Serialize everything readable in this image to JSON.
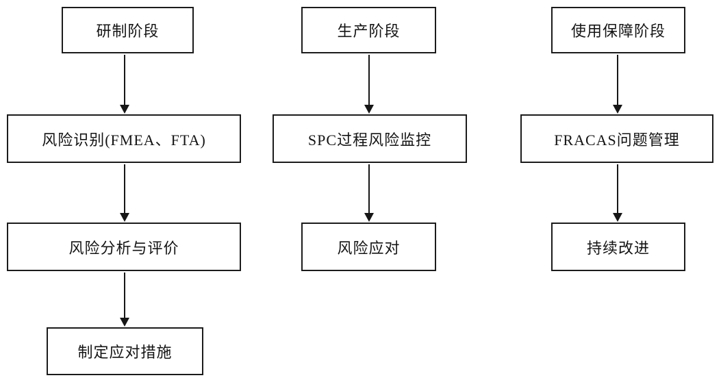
{
  "diagram": {
    "type": "flowchart",
    "background": "#ffffff",
    "line_color": "#1b1b1b",
    "columns": [
      {
        "name": "development-phase",
        "nodes": [
          {
            "label": "研制阶段"
          },
          {
            "label": "风险识别(FMEA、FTA)"
          },
          {
            "label": "风险分析与评价"
          },
          {
            "label": "制定应对措施"
          }
        ]
      },
      {
        "name": "production-phase",
        "nodes": [
          {
            "label": "生产阶段"
          },
          {
            "label": "SPC过程风险监控"
          },
          {
            "label": "风险应对"
          }
        ]
      },
      {
        "name": "support-phase",
        "nodes": [
          {
            "label": "使用保障阶段"
          },
          {
            "label": "FRACAS问题管理"
          },
          {
            "label": "持续改进"
          }
        ]
      }
    ]
  }
}
